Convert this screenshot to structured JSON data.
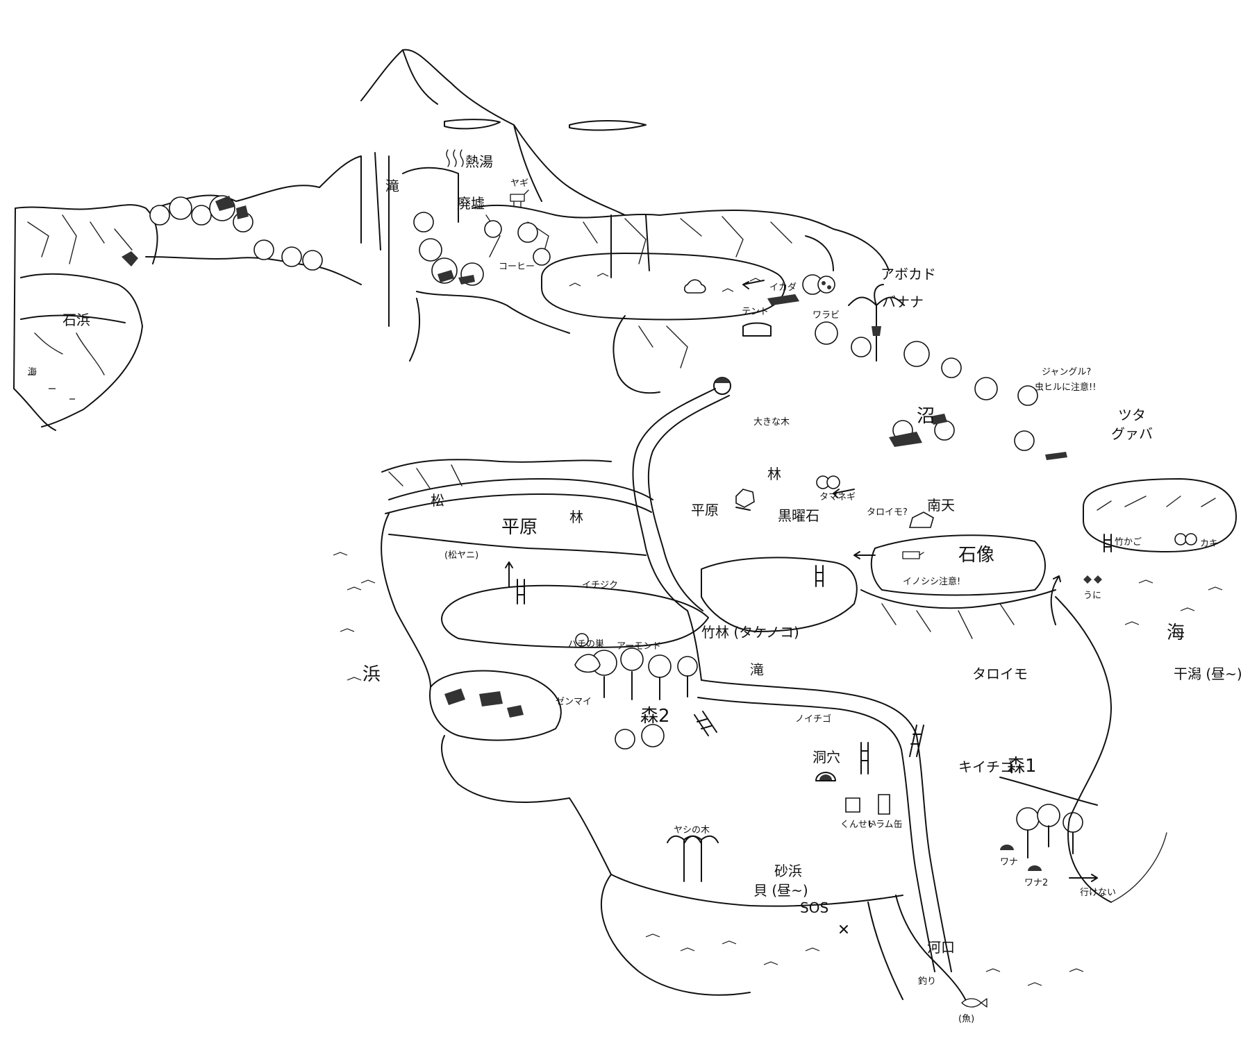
{
  "labels": {
    "ishihama": "石浜",
    "umi_left": "海",
    "taki_top": "滝",
    "netto": "熱湯",
    "haikyo": "廃墟",
    "yagi": "ヤギ",
    "coffee": "コーヒー",
    "ikada": "イカダ",
    "tent": "テント",
    "warabi": "ワラビ",
    "avocado": "アボカド",
    "banana": "バナナ",
    "jungle": "ジャングル?",
    "hiru": "虫ヒルに注意!!",
    "numa": "沼",
    "tsuta": "ツタ",
    "guava": "グァバ",
    "ookina_ki": "大きな木",
    "hayashi_mid": "林",
    "tamanegi": "タマネギ",
    "heigen_mid": "平原",
    "kokuyoseki": "黒曜石",
    "taroimo_mid": "タロイモ?",
    "nanten": "南天",
    "sekizo": "石像",
    "inoshishi": "イノシシ注意!",
    "matsu": "松",
    "heigen_left": "平原",
    "hayashi_left": "林",
    "matsuyani": "(松ヤニ)",
    "ichijiku": "イチジク",
    "hachi": "ハチの巣",
    "almond": "アーモンド",
    "zenmai": "ゼンマイ",
    "takebayashi": "竹林 (タケノコ)",
    "taki_mid": "滝",
    "hama": "浜",
    "takekago": "竹かご",
    "kaki": "カキ",
    "uni": "うに",
    "taroimo_right": "タロイモ",
    "umi_right": "海",
    "higata": "干潟 (昼~)",
    "mori2": "森2",
    "noichigo": "ノイチゴ",
    "doukutsu": "洞穴",
    "kiichigo": "キイチゴ",
    "mori1": "森1",
    "kunsei": "くんせい",
    "drum": "ドラム缶",
    "yashinoki": "ヤシの木",
    "sunahama": "砂浜",
    "kai": "貝 (昼~)",
    "sos": "SOS",
    "kakou": "河口",
    "tsuri": "釣り",
    "sakana": "(魚)",
    "wana": "ワナ",
    "wana2": "ワナ2",
    "ikenai": "行けない"
  }
}
